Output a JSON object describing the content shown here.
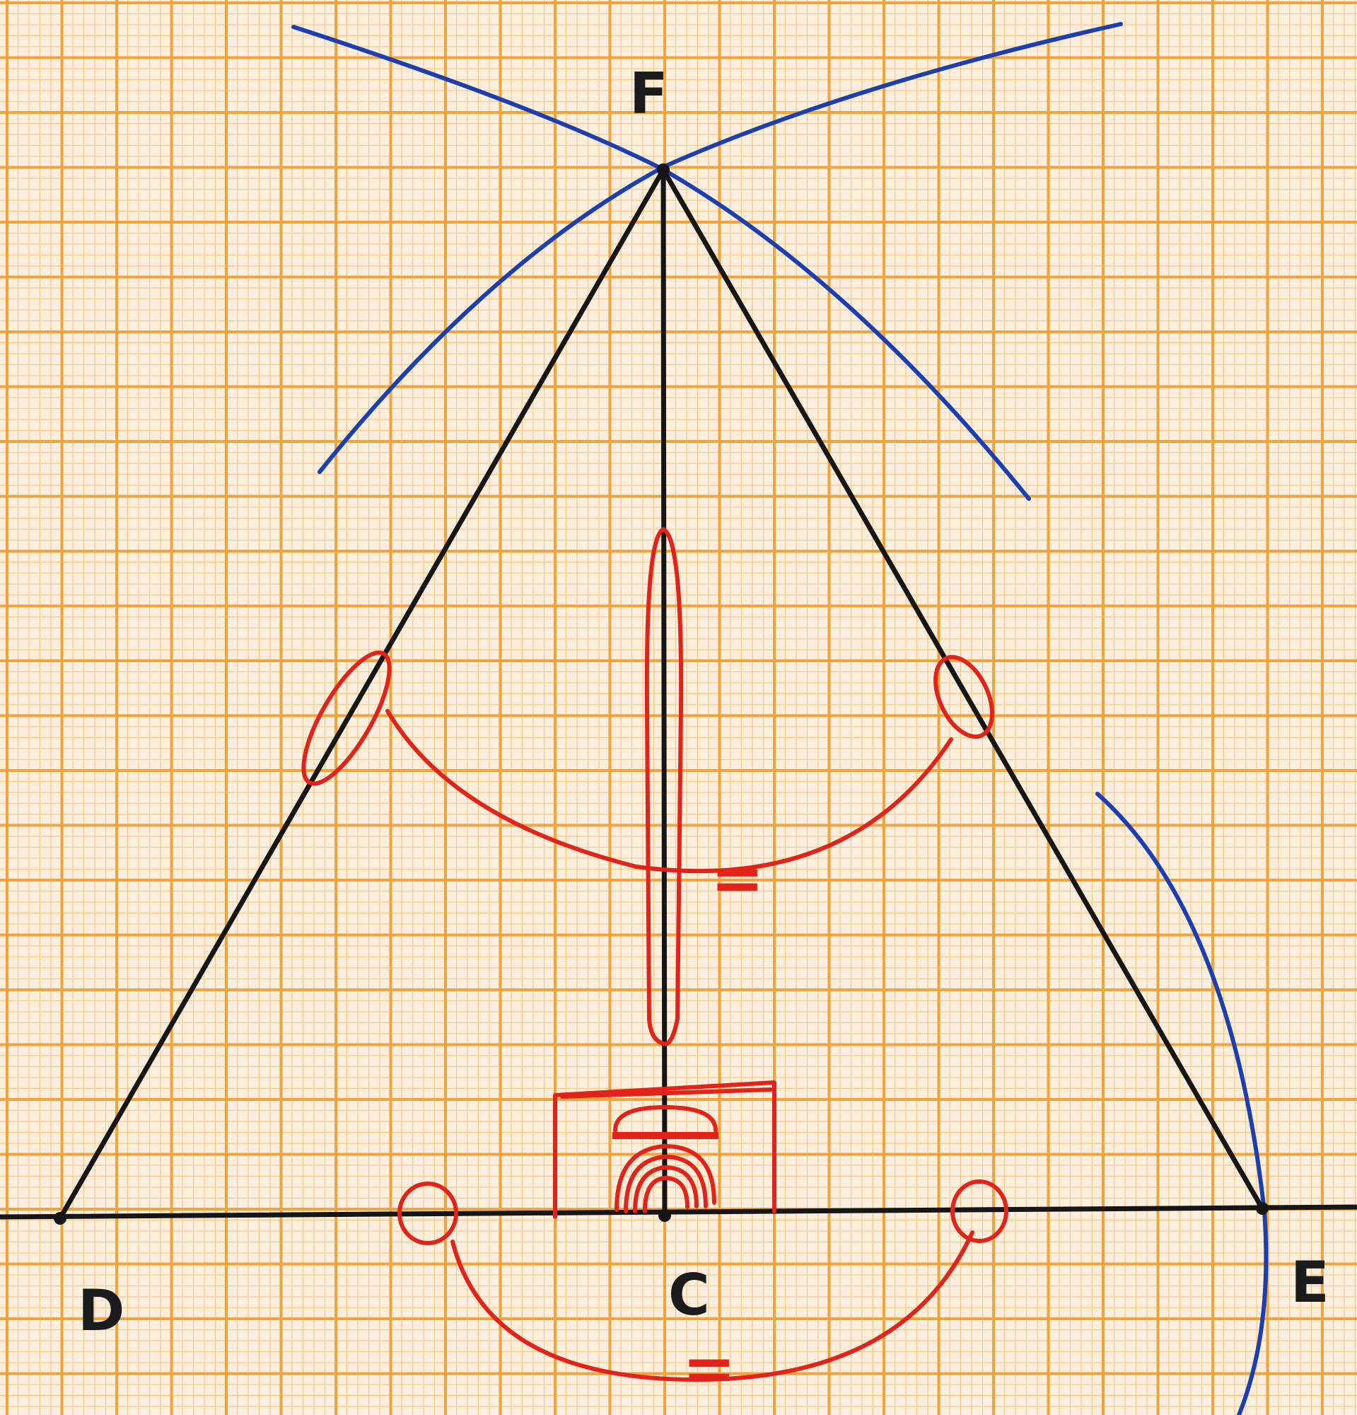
{
  "points": {
    "D": "D",
    "C": "C",
    "E": "E",
    "F": "F"
  },
  "marks": {
    "equal_sign": "="
  },
  "colors": {
    "paper": "#fbeedd",
    "grid_major": "#f3a33c",
    "grid_minor": "#f7c98a",
    "lines": "#161616",
    "arcs": "#1c3fb0",
    "annotations": "#e2231a"
  }
}
